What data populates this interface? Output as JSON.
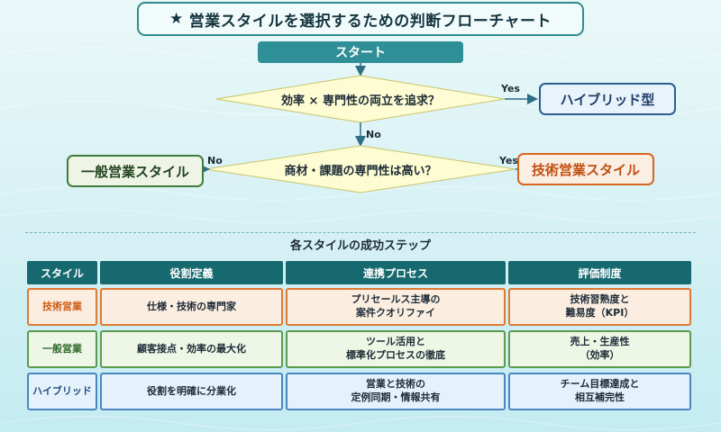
{
  "title": {
    "star": "★",
    "text": "営業スタイルを選択するための判断フローチャート"
  },
  "flow": {
    "start": "スタート",
    "decision1": "効率 × 専門性の両立を追求？",
    "decision2": "商材・課題の専門性は高い？",
    "yes": "Yes",
    "no": "No",
    "result_hybrid": "ハイブリッド型",
    "result_general": "一般営業スタイル",
    "result_tech": "技術営業スタイル"
  },
  "section_title": "各スタイルの成功ステップ",
  "table": {
    "headers": [
      "スタイル",
      "役割定義",
      "連携プロセス",
      "評価制度"
    ],
    "rows": [
      {
        "style": "技術営業",
        "role": "仕様・技術の専門家",
        "process": "プリセールス主導の\n案件クオリファイ",
        "evaluation": "技術習熟度と\n難易度（KPI）"
      },
      {
        "style": "一般営業",
        "role": "顧客接点・効率の最大化",
        "process": "ツール活用と\n標準化プロセスの徹底",
        "evaluation": "売上・生産性\n（効率）"
      },
      {
        "style": "ハイブリッド",
        "role": "役割を明確に分業化",
        "process": "営業と技術の\n定例同期・情報共有",
        "evaluation": "チーム目標達成と\n相互補完性"
      }
    ]
  },
  "colors": {
    "teal": "#2e8f97",
    "header_teal": "#16696f",
    "tech_orange": "#d9661f",
    "general_green": "#3f7d3c",
    "hybrid_blue": "#2a5e92",
    "decision_fill": "#fdfcd2"
  }
}
